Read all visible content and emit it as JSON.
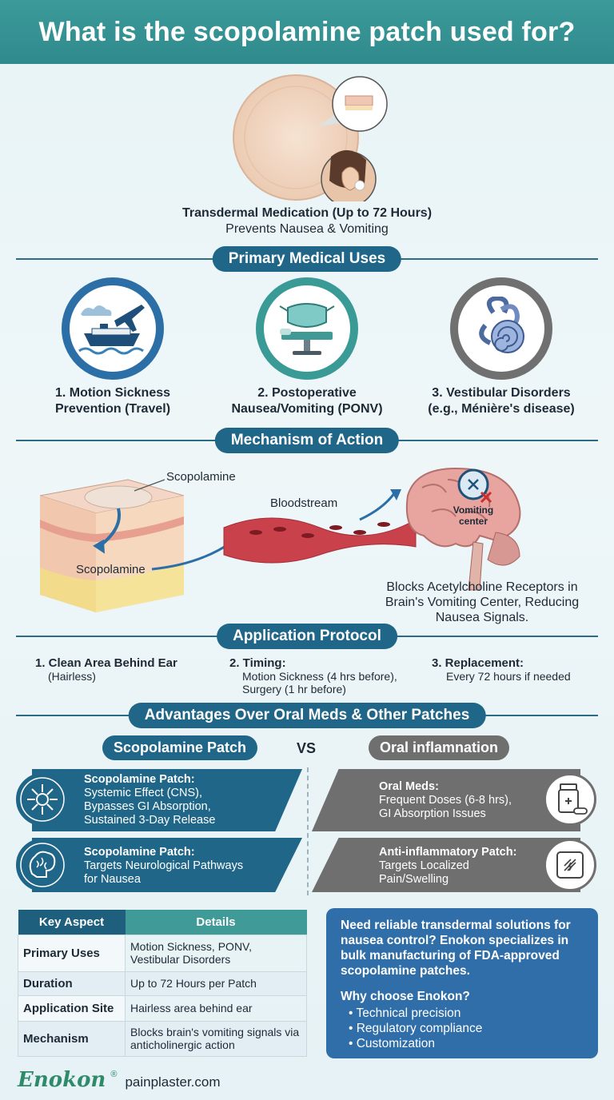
{
  "header": {
    "title": "What is the scopolamine patch used for?"
  },
  "hero": {
    "title": "Transdermal Medication (Up to 72 Hours)",
    "subtitle": "Prevents Nausea & Vomiting"
  },
  "sections": {
    "uses": "Primary Medical Uses",
    "mechanism": "Mechanism of Action",
    "protocol": "Application Protocol",
    "advantages": "Advantages Over Oral Meds & Other Patches"
  },
  "uses": [
    {
      "line1": "1. Motion Sickness",
      "line2": "Prevention (Travel)",
      "icon": "travel-icon",
      "ring": "#2c6fa6"
    },
    {
      "line1": "2. Postoperative",
      "line2": "Nausea/Vomiting (PONV)",
      "icon": "surgery-icon",
      "ring": "#3a9a95"
    },
    {
      "line1": "3. Vestibular Disorders",
      "line2": "(e.g., Ménière's disease)",
      "icon": "inner-ear-icon",
      "ring": "#707070"
    }
  ],
  "mechanism": {
    "label_top": "Scopolamine",
    "label_skin": "Scopolamine",
    "label_blood": "Bloodstream",
    "label_center_1": "Vomiting",
    "label_center_2": "center",
    "desc_1": "Blocks Acetylcholine Receptors in",
    "desc_2": "Brain's Vomiting Center, Reducing",
    "desc_3": "Nausea Signals."
  },
  "protocol": [
    {
      "title": "1. Clean Area Behind Ear",
      "sub": [
        "(Hairless)"
      ]
    },
    {
      "title": "2. Timing:",
      "sub": [
        "Motion Sickness (4 hrs before),",
        "Surgery (1 hr before)"
      ]
    },
    {
      "title": "3. Replacement:",
      "sub": [
        "Every 72 hours if needed"
      ]
    }
  ],
  "compare": {
    "left": "Scopolamine Patch",
    "vs": "VS",
    "right": "Oral inflamnation"
  },
  "advantages": {
    "left": [
      {
        "title": "Scopolamine Patch:",
        "lines": [
          "Systemic Effect (CNS),",
          "Bypasses GI Absorption,",
          "Sustained 3-Day Release"
        ],
        "icon": "systemic-arrows-icon"
      },
      {
        "title": "Scopolamine Patch:",
        "lines": [
          "Targets Neurological Pathways",
          "for Nausea"
        ],
        "icon": "brain-icon"
      }
    ],
    "right": [
      {
        "title": "Oral Meds:",
        "lines": [
          "Frequent Doses (6-8 hrs),",
          "GI Absorption Issues"
        ],
        "icon": "pill-bottle-icon"
      },
      {
        "title": "Anti-inflammatory Patch:",
        "lines": [
          "Targets Localized",
          "Pain/Swelling"
        ],
        "icon": "patch-icon"
      }
    ]
  },
  "table": {
    "headers": [
      "Key Aspect",
      "Details"
    ],
    "rows": [
      {
        "key": "Primary Uses",
        "value": "Motion Sickness, PONV, Vestibular Disorders"
      },
      {
        "key": "Duration",
        "value": "Up to 72 Hours per Patch"
      },
      {
        "key": "Application Site",
        "value": "Hairless area behind ear"
      },
      {
        "key": "Mechanism",
        "value": "Blocks brain's vomiting signals via anticholinergic action"
      }
    ]
  },
  "cta": {
    "lead": "Need reliable transdermal solutions for nausea control? Enokon specializes in bulk manufacturing of FDA-approved scopolamine patches.",
    "why": "Why choose Enokon?",
    "bullets": [
      "Technical precision",
      "Regulatory compliance",
      "Customization"
    ]
  },
  "footer": {
    "brand": "Enokon",
    "reg": "®",
    "site": "painplaster.com"
  },
  "colors": {
    "teal": "#3c9a9a",
    "navy": "#1f6688",
    "blue": "#2c6fa6",
    "gray": "#6f6f6f"
  }
}
